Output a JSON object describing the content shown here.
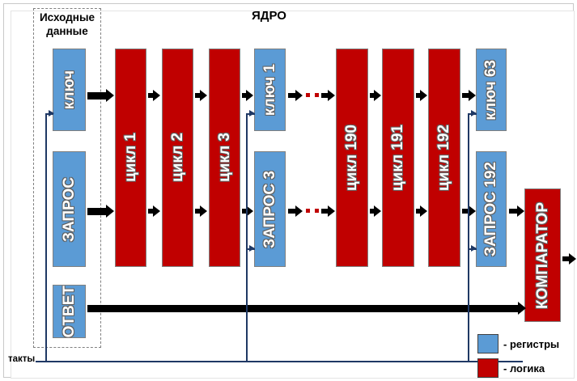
{
  "diagram": {
    "core_title": "ЯДРО",
    "group_title": "Исходные\nданные",
    "group_title_line1": "Исходные",
    "group_title_line2": "данные",
    "clock_label": "такты",
    "colors": {
      "register": "#5b9bd5",
      "logic": "#c00000",
      "feedback_line": "#1f3864",
      "arrow": "#000000",
      "dots": "#c00000",
      "block_border": "#7f7f7f",
      "dashed_border": "#808080"
    },
    "inputs": [
      {
        "id": "kluch",
        "label": "ключ",
        "type": "register"
      },
      {
        "id": "zapros",
        "label": "ЗАПРОС",
        "type": "register"
      },
      {
        "id": "otvet",
        "label": "ОТВЕТ",
        "type": "register"
      }
    ],
    "pipeline_left": [
      {
        "id": "cikl1",
        "label": "цикл 1",
        "type": "logic"
      },
      {
        "id": "cikl2",
        "label": "цикл 2",
        "type": "logic"
      },
      {
        "id": "cikl3",
        "label": "цикл 3",
        "type": "logic"
      }
    ],
    "mid_registers": [
      {
        "id": "kluch1",
        "label": "ключ 1",
        "type": "register"
      },
      {
        "id": "zapros3",
        "label": "ЗАПРОС 3",
        "type": "register"
      }
    ],
    "pipeline_right": [
      {
        "id": "cikl190",
        "label": "цикл 190",
        "type": "logic"
      },
      {
        "id": "cikl191",
        "label": "цикл 191",
        "type": "logic"
      },
      {
        "id": "cikl192",
        "label": "цикл 192",
        "type": "logic"
      }
    ],
    "out_registers": [
      {
        "id": "kluch63",
        "label": "ключ 63",
        "type": "register"
      },
      {
        "id": "zapros192",
        "label": "ЗАПРОС 192",
        "type": "register"
      }
    ],
    "comparator": {
      "id": "komparator",
      "label": "КОМПАРАТОР",
      "type": "logic"
    },
    "legend": [
      {
        "id": "registers",
        "swatch": "#5b9bd5",
        "label": "- регистры"
      },
      {
        "id": "logic",
        "swatch": "#c00000",
        "label": "- логика"
      }
    ]
  }
}
